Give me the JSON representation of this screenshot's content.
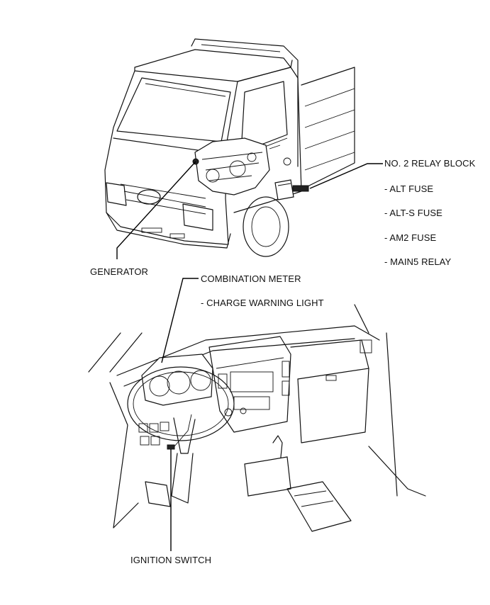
{
  "labels": {
    "relay_block": "NO. 2 RELAY BLOCK",
    "alt_fuse": "- ALT FUSE",
    "alt_s_fuse": "- ALT-S FUSE",
    "am2_fuse": "- AM2 FUSE",
    "main5_relay": "- MAIN5 RELAY",
    "generator": "GENERATOR",
    "combination_meter": "COMBINATION METER",
    "charge_warning_light": "- CHARGE WARNING LIGHT",
    "ignition_switch": "IGNITION SWITCH"
  }
}
